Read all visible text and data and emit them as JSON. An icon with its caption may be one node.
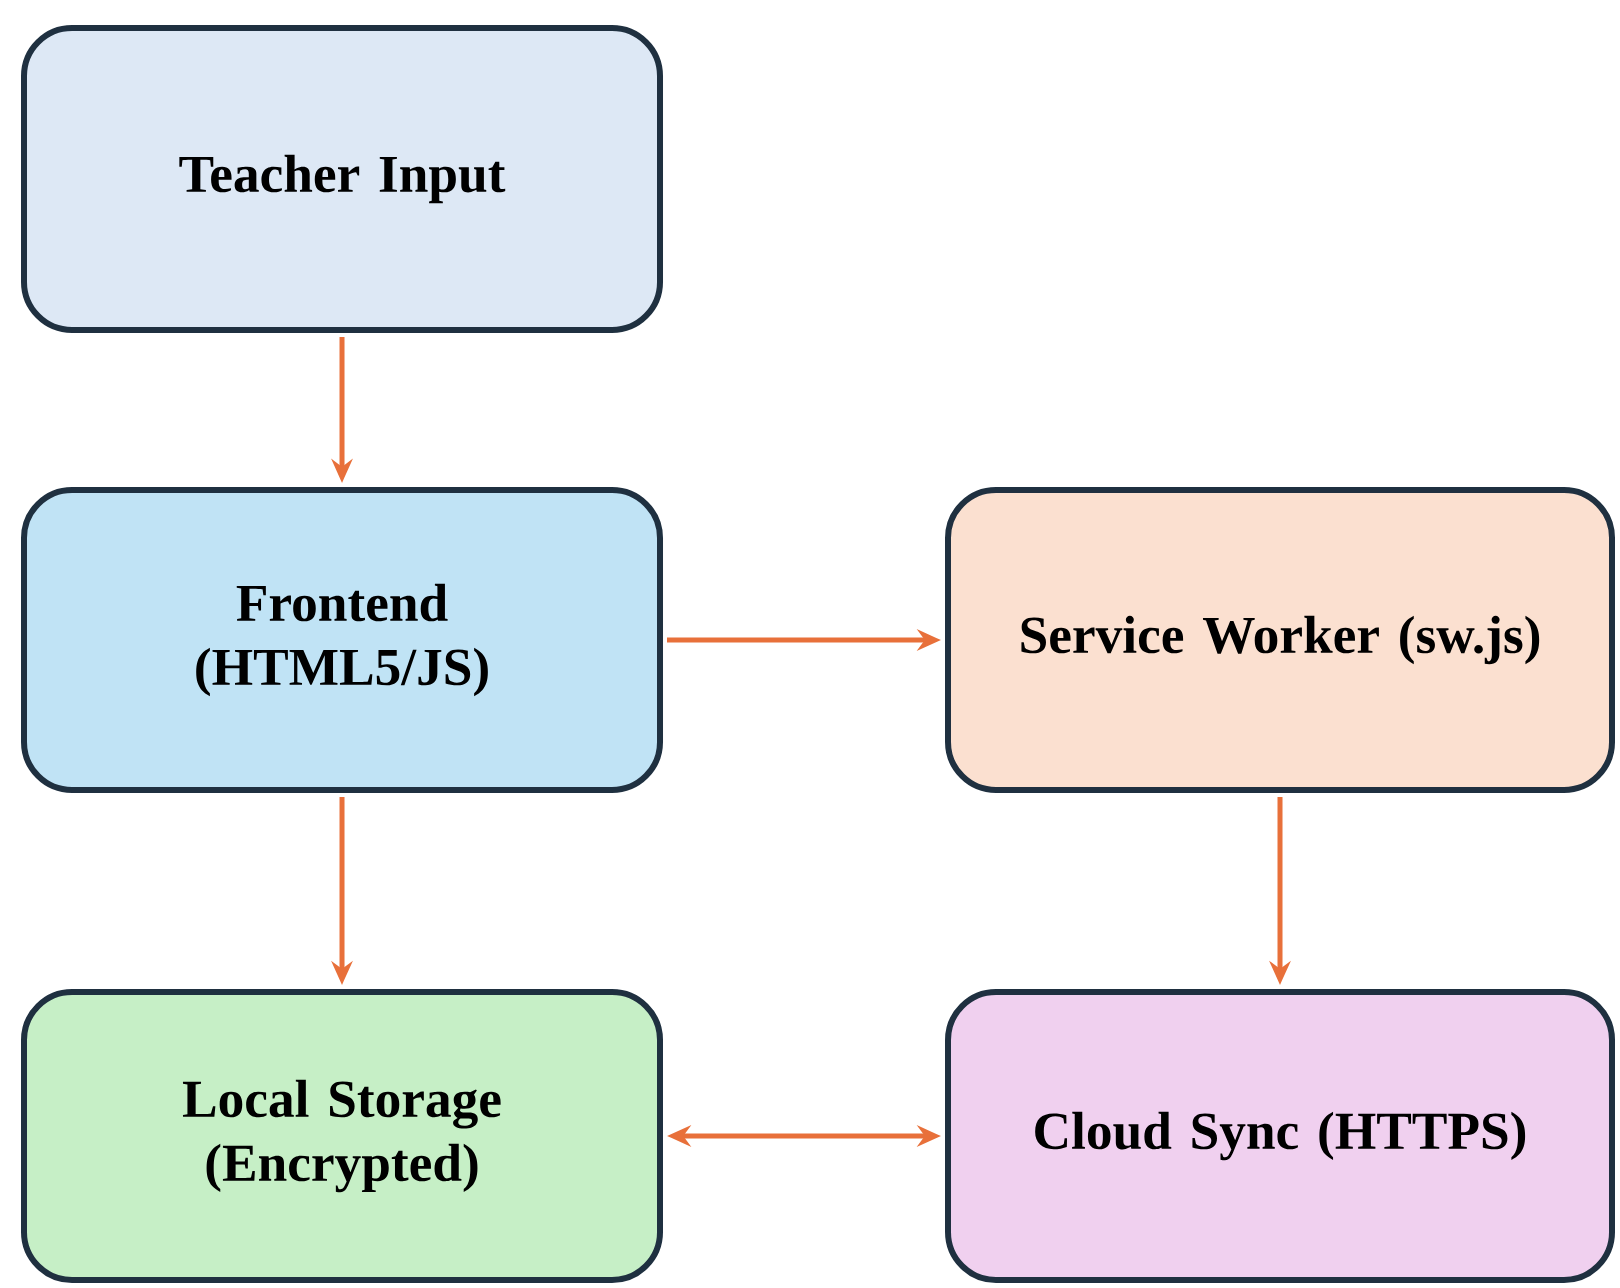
{
  "diagram": {
    "nodes": [
      {
        "text": [
          "Teacher Input"
        ]
      },
      {
        "text": [
          "Frontend (HTML5/JS)"
        ]
      },
      {
        "text": [
          "Service Worker (sw.js)"
        ]
      },
      {
        "text": [
          "Local Storage (Encrypted)"
        ]
      },
      {
        "text": [
          "Cloud Sync (HTTPS)"
        ]
      }
    ],
    "edges": [
      {
        "from": 0,
        "to": 1,
        "arrow": "to"
      },
      {
        "from": 1,
        "to": 2,
        "arrow": "to"
      },
      {
        "from": 1,
        "to": 3,
        "arrow": "to"
      },
      {
        "from": 2,
        "to": 4,
        "arrow": "to"
      },
      {
        "from": 3,
        "to": 4,
        "arrow": "both"
      }
    ]
  }
}
